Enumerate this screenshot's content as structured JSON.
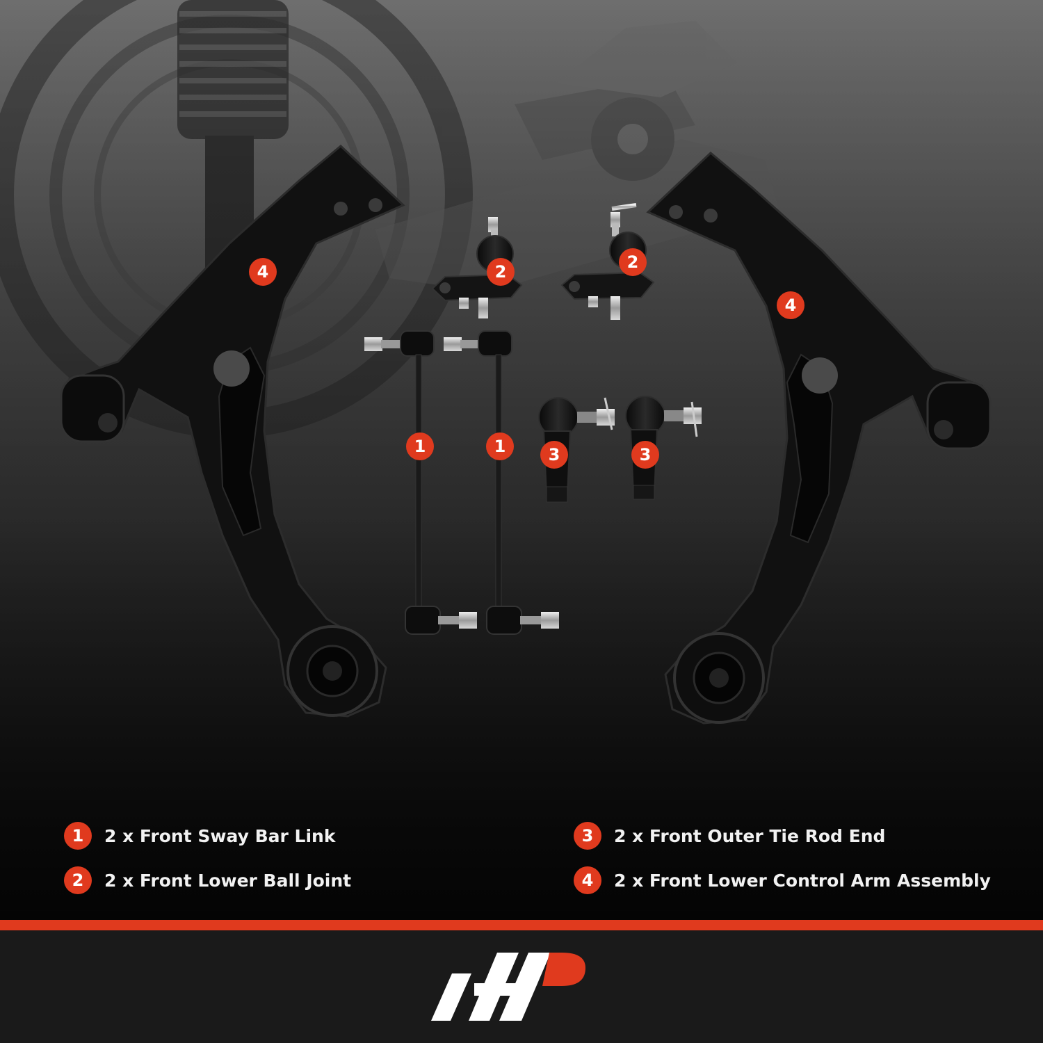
{
  "accent_color": "#e03a1e",
  "badge_labels": {
    "sway_bar_link_left": "1",
    "sway_bar_link_right": "1",
    "ball_joint_left": "2",
    "ball_joint_right": "2",
    "tie_rod_end_left": "3",
    "tie_rod_end_right": "3",
    "control_arm_left": "4",
    "control_arm_right": "4"
  },
  "legend": [
    {
      "number": "1",
      "text": "2 x Front Sway Bar Link"
    },
    {
      "number": "2",
      "text": "2 x Front Lower Ball Joint"
    },
    {
      "number": "3",
      "text": "2 x Front Outer Tie Rod End"
    },
    {
      "number": "4",
      "text": "2 x Front Lower Control Arm Assembly"
    }
  ],
  "logo": {
    "name": "brand-logo",
    "icon": "a-premium-logo"
  }
}
